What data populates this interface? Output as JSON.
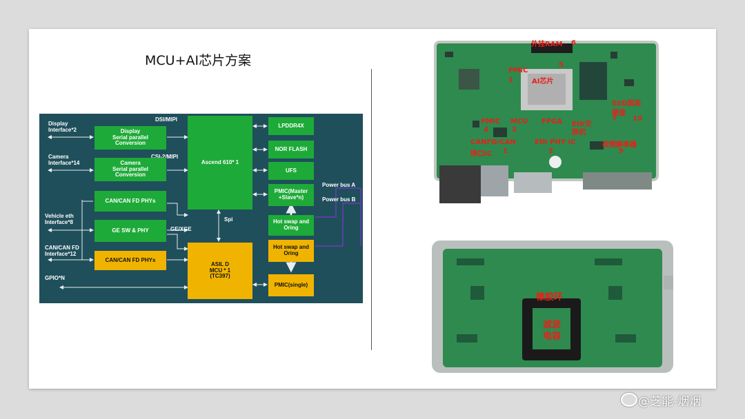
{
  "slide": {
    "title": "MCU+AI芯片方案"
  },
  "diagram": {
    "labels": {
      "display_if": "Display\nInterface*2",
      "camera_if": "Camera\nInterface*14",
      "vehicle_eth_if": "Vehicle eth\nInterface*8",
      "canfd_if": "CAN/CAN FD\nInterface*12",
      "gpio": "GPIO*N",
      "dsi": "DSI/MIPI",
      "csi": "CSI-2/MIPI",
      "ge_xge": "GE/XGE",
      "spi": "Spi",
      "power_a": "Power bus A",
      "power_b": "Power bus B"
    },
    "blocks": {
      "display_conv": "Display\nSerial parallel\nConversion",
      "camera_conv": "Camera\nSerial parallel\nConversion",
      "can_phys": "CAN/CAN FD PHYs",
      "ge_sw": "GE SW & PHY",
      "can_phys2": "CAN/CAN FD PHYs",
      "ascend": "Ascend 610* 1",
      "asil": "ASIL D\nMCU * 1\n(TC397)",
      "lpddr": "LPDDR4X",
      "nor": "NOR FLASH",
      "ufs": "UFS",
      "pmic_ms": "PMIC(Master\n+Slave*n)",
      "hotswap1": "Hot swap and\nOring",
      "hotswap2": "Hot swap and\nOring",
      "pmic_single": "PMIC(single)"
    }
  },
  "photo_top_labels": {
    "ram": "外挂RAM",
    "n6": "6",
    "n5": "5",
    "pmic_top": "PMIC",
    "n1a": "1",
    "ai": "AI芯片",
    "ssd": "SSD固态",
    "disk": "硬盘",
    "n7": "7",
    "n10": "10",
    "pmic4": "PMIC",
    "n4": "4",
    "mcu": "MCU",
    "n3": "3",
    "fpga": "FPGA",
    "eth_sw": "Eth交",
    "eth_sw2": "换机",
    "canfd": "CANFD/CAN",
    "canfd_ic": "接口IC",
    "n1b": "1",
    "eth_phy": "Eth PHY IC",
    "n2": "2",
    "video": "视频解串器",
    "n9": "9"
  },
  "photo_bottom_labels": {
    "ring": "橡胶环",
    "cap1": "滤波",
    "cap2": "电容"
  },
  "watermark": "@芝能-烟烟",
  "colors": {
    "board_green": "#2e8a4e",
    "diagram_bg": "#1f4f5b",
    "block_green": "#1eaa38",
    "block_yellow": "#f0b400",
    "label_red": "#e8201a"
  }
}
